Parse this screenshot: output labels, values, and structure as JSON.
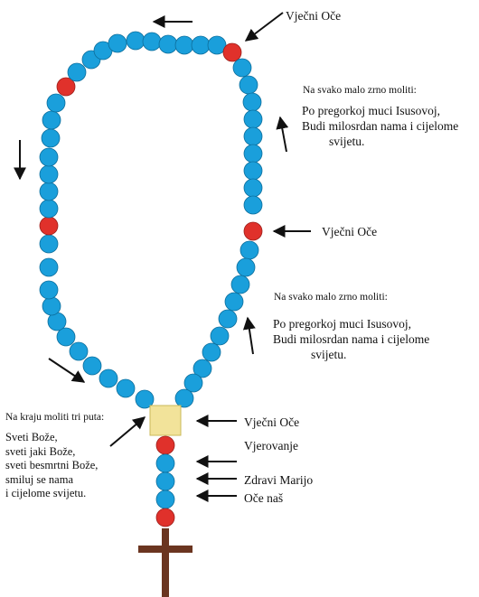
{
  "colors": {
    "bead": "#1a9fdb",
    "bead_outline": "#0d6e9c",
    "our_father_bead": "#e0312b",
    "medal": "#f2e39a",
    "cross": "#6b3520",
    "arrow": "#111111"
  },
  "labels": {
    "vjecni_oce_top": "Vječni Oče",
    "vjecni_oce_mid": "Vječni Oče",
    "vjecni_oce_medal": "Vječni Oče",
    "vjerovanje": "Vjerovanje",
    "zdravi_marijo": "Zdravi Marijo",
    "oce_nas": "Oče naš"
  },
  "instructions": {
    "upper": {
      "heading": "Na svako malo zrno moliti:",
      "lines": [
        "Po pregorkoj muci Isusovoj,",
        "Budi milosrdan nama i cijelome",
        "svijetu."
      ]
    },
    "lower": {
      "heading": "Na svako malo zrno moliti:",
      "lines": [
        "Po pregorkoj muci Isusovoj,",
        "Budi milosrdan nama i cijelome",
        "svijetu."
      ]
    },
    "end": {
      "heading": "Na kraju moliti tri puta:",
      "lines": [
        "Sveti Bože,",
        "sveti jaki Bože,",
        "sveti besmrtni Bože,",
        "smiluj se nama",
        "i cijelome svijetu."
      ]
    }
  },
  "icons": [
    "arrow-left-icon",
    "arrow-down-icon",
    "arrow-up-icon",
    "cross-icon"
  ]
}
